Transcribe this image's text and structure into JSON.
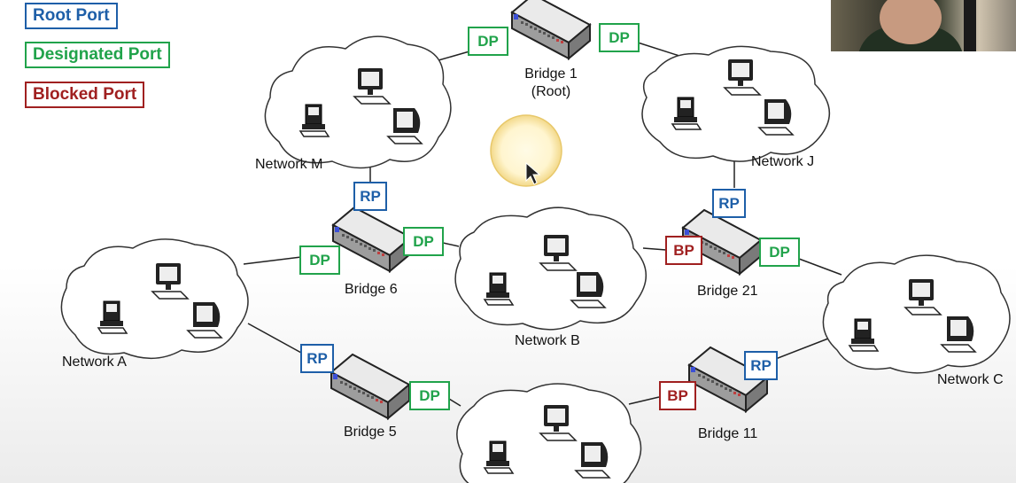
{
  "legend": {
    "root_port": "Root Port",
    "designated_port": "Designated Port",
    "blocked_port": "Blocked Port"
  },
  "bridges": {
    "bridge_1": {
      "name": "Bridge 1",
      "sub": "(Root)"
    },
    "bridge_6": {
      "name": "Bridge 6"
    },
    "bridge_21": {
      "name": "Bridge 21"
    },
    "bridge_5": {
      "name": "Bridge 5"
    },
    "bridge_11": {
      "name": "Bridge 11"
    }
  },
  "networks": {
    "network_m": "Network M",
    "network_j": "Network J",
    "network_a": "Network A",
    "network_b": "Network B",
    "network_c": "Network C"
  },
  "ports": {
    "b1_left": "DP",
    "b1_right": "DP",
    "b6_up": "RP",
    "b6_left": "DP",
    "b6_right": "DP",
    "b21_up": "RP",
    "b21_left": "BP",
    "b21_right": "DP",
    "b5_left": "RP",
    "b5_right": "DP",
    "b11_left": "BP",
    "b11_right": "RP"
  },
  "colors": {
    "root_port": "#1e5fa8",
    "designated_port": "#21a34b",
    "blocked_port": "#a02020"
  }
}
